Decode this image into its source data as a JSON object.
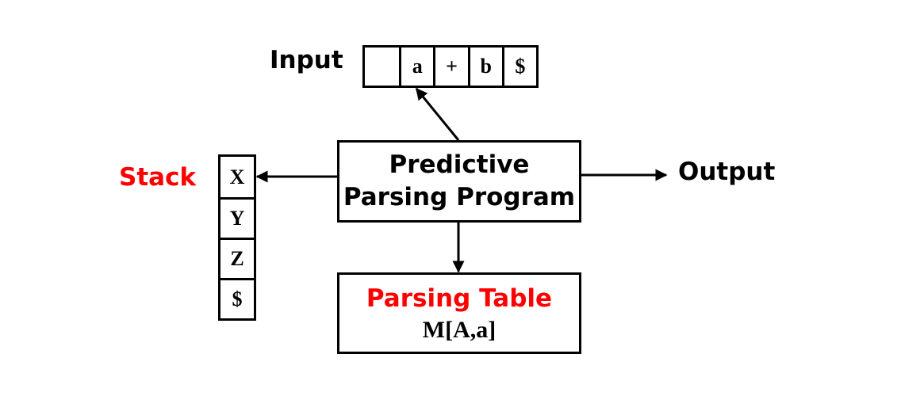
{
  "input": {
    "label": "Input",
    "cells": [
      "",
      "a",
      "+",
      "b",
      "$"
    ]
  },
  "stack": {
    "label": "Stack",
    "cells": [
      "X",
      "Y",
      "Z",
      "$"
    ]
  },
  "program": {
    "line1": "Predictive",
    "line2": "Parsing Program"
  },
  "table": {
    "title": "Parsing Table",
    "subtitle": "M[A,a]"
  },
  "output": {
    "label": "Output"
  },
  "colors": {
    "highlight": "#ff0000",
    "stroke": "#000000"
  }
}
